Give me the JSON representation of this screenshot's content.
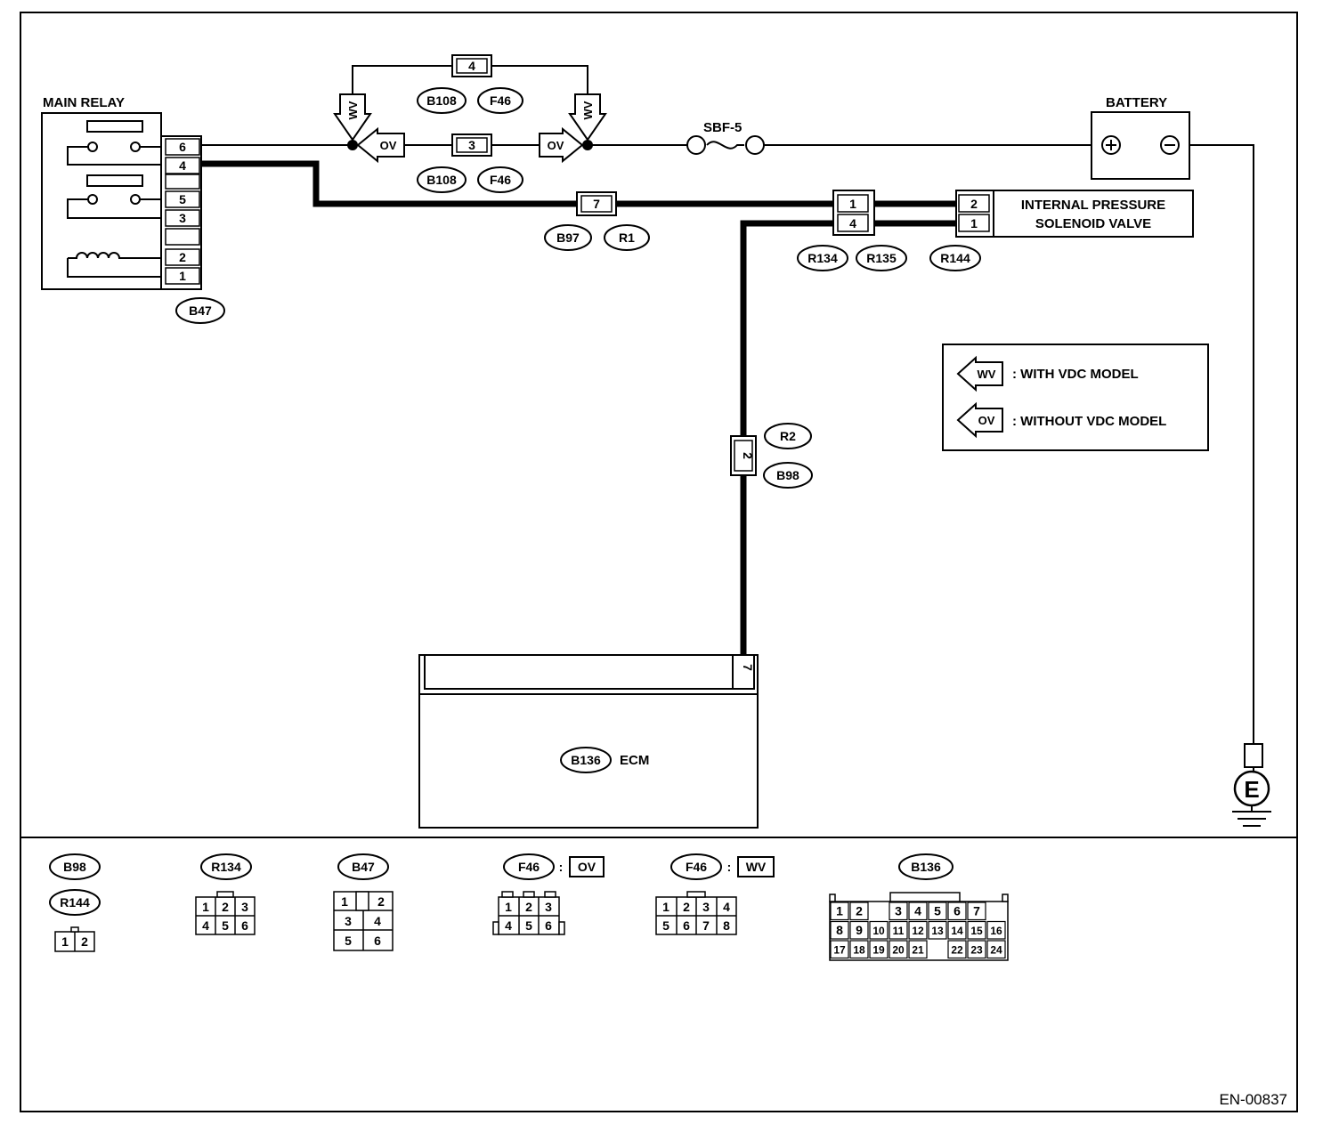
{
  "labels": {
    "main_relay": "MAIN RELAY",
    "battery": "BATTERY",
    "fuse": "SBF-5",
    "solenoid_line1": "INTERNAL PRESSURE",
    "solenoid_line2": "SOLENOID VALVE",
    "ecm": "ECM",
    "ground": "E",
    "figure_code": "EN-00837"
  },
  "legend": {
    "wv_tag": "WV",
    "wv_text": ": WITH VDC MODEL",
    "ov_tag": "OV",
    "ov_text": ": WITHOUT VDC MODEL"
  },
  "arrow_tags": {
    "wv_left": "WV",
    "ov_left": "OV",
    "ov_right": "OV",
    "wv_right": "WV"
  },
  "connectors": {
    "b47": "B47",
    "b108_a": "B108",
    "f46_a": "F46",
    "b108_b": "B108",
    "f46_b": "F46",
    "b97": "B97",
    "r1": "R1",
    "r134": "R134",
    "r135": "R135",
    "r144": "R144",
    "r2": "R2",
    "b98": "B98",
    "b136": "B136"
  },
  "pins": {
    "relay": [
      "6",
      "4",
      "5",
      "3",
      "2",
      "1"
    ],
    "wv_joint": "4",
    "ov_joint": "3",
    "b97_r1": "7",
    "r134_r135": [
      "1",
      "4"
    ],
    "solenoid": [
      "2",
      "1"
    ],
    "r2_b98": "2",
    "ecm": "7"
  },
  "connector_views": {
    "b98": "B98",
    "r144": "R144",
    "r144_pins": [
      "1",
      "2"
    ],
    "r134": "R134",
    "r134_pins": [
      "1",
      "2",
      "3",
      "4",
      "5",
      "6"
    ],
    "b47": "B47",
    "b47_pins": [
      "1",
      "2",
      "3",
      "4",
      "5",
      "6"
    ],
    "f46_ov": "F46",
    "f46_ov_sep": ":",
    "f46_ov_tag": "OV",
    "f46_ov_pins": [
      "1",
      "2",
      "3",
      "4",
      "5",
      "6"
    ],
    "f46_wv": "F46",
    "f46_wv_sep": ":",
    "f46_wv_tag": "WV",
    "f46_wv_pins": [
      "1",
      "2",
      "3",
      "4",
      "5",
      "6",
      "7",
      "8"
    ],
    "b136": "B136",
    "b136_pins": [
      "1",
      "2",
      "3",
      "4",
      "5",
      "6",
      "7",
      "8",
      "9",
      "10",
      "11",
      "12",
      "13",
      "14",
      "15",
      "16",
      "17",
      "18",
      "19",
      "20",
      "21",
      "22",
      "23",
      "24"
    ]
  }
}
